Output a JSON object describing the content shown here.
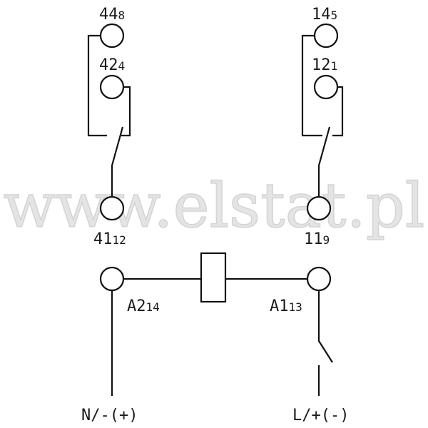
{
  "watermark": "www.elstat.pl",
  "terminals": {
    "t44": {
      "main": "44",
      "sub": "8"
    },
    "t42": {
      "main": "42",
      "sub": "4"
    },
    "t41": {
      "main": "41",
      "sub": "12"
    },
    "t14": {
      "main": "14",
      "sub": "5"
    },
    "t12": {
      "main": "12",
      "sub": "1"
    },
    "t11": {
      "main": "11",
      "sub": "9"
    },
    "tA2": {
      "main": "A2",
      "sub": "14"
    },
    "tA1": {
      "main": "A1",
      "sub": "13"
    }
  },
  "supply": {
    "left": "N/-(+)",
    "right": "L/+(-)"
  }
}
